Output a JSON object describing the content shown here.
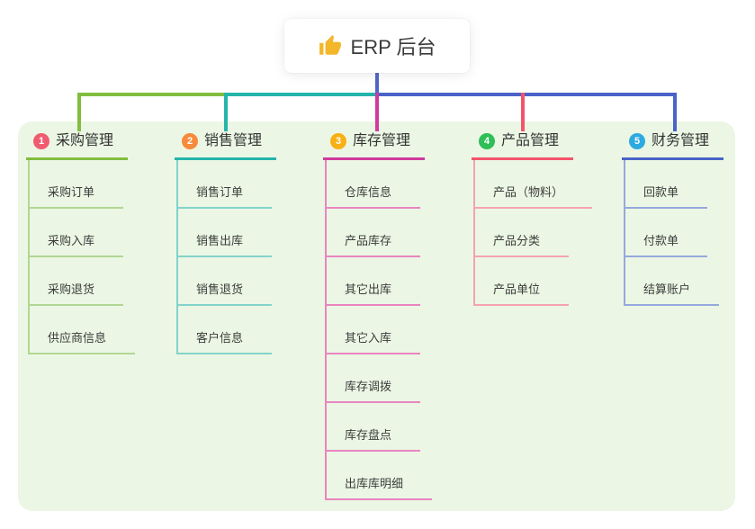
{
  "root": {
    "icon": "thumbs-up-icon",
    "title": "ERP 后台"
  },
  "colors": {
    "panel_bg": "#ebf7e4",
    "root_line": "#5065c9",
    "thumb": "#f3b72a"
  },
  "branches": [
    {
      "badge": "1",
      "badge_color": "#f15b70",
      "color": "#82bd40",
      "light_color": "#b1d793",
      "title": "采购管理",
      "children": [
        "采购订单",
        "采购入库",
        "采购退货",
        "供应商信息"
      ]
    },
    {
      "badge": "2",
      "badge_color": "#f78a3c",
      "color": "#25b4aa",
      "light_color": "#83d3cb",
      "title": "销售管理",
      "children": [
        "销售订单",
        "销售出库",
        "销售退货",
        "客户信息"
      ]
    },
    {
      "badge": "3",
      "badge_color": "#f9b015",
      "color": "#d03a9d",
      "light_color": "#ea85c0",
      "title": "库存管理",
      "children": [
        "仓库信息",
        "产品库存",
        "其它出库",
        "其它入库",
        "库存调拨",
        "库存盘点",
        "出库库明细"
      ]
    },
    {
      "badge": "4",
      "badge_color": "#2fbe57",
      "color": "#f4536b",
      "light_color": "#f6a2ae",
      "title": "产品管理",
      "children": [
        "产品（物料）",
        "产品分类",
        "产品单位"
      ]
    },
    {
      "badge": "5",
      "badge_color": "#2caae1",
      "color": "#4a63c8",
      "light_color": "#95a8dd",
      "title": "财务管理",
      "children": [
        "回款单",
        "付款单",
        "结算账户"
      ]
    }
  ]
}
